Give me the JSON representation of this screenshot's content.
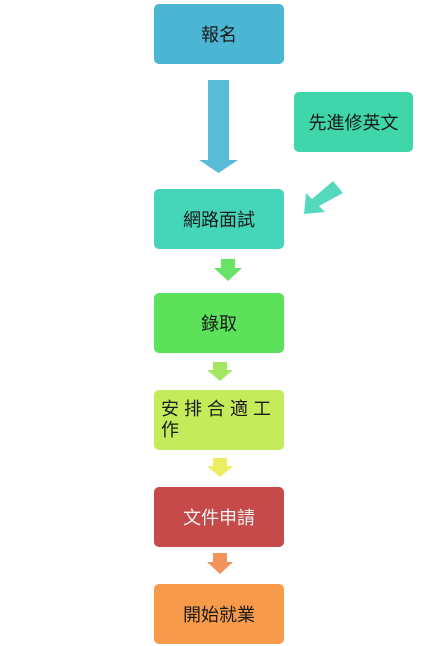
{
  "nodes": [
    {
      "id": "b1",
      "label": "報名",
      "color": "#4bb6d3"
    },
    {
      "id": "b2",
      "label": "先進修英文",
      "color": "#3fd7a9"
    },
    {
      "id": "b3",
      "label": "網路面試",
      "color": "#45d6ba"
    },
    {
      "id": "b4",
      "label": "錄取",
      "color": "#5be15a"
    },
    {
      "id": "b5",
      "label": "安排合適工作",
      "color": "#c4eb5a"
    },
    {
      "id": "b6",
      "label": "文件申請",
      "color": "#c54a49"
    },
    {
      "id": "b7",
      "label": "開始就業",
      "color": "#f79a4a"
    }
  ],
  "arrows": [
    {
      "from": "報名",
      "to": "網路面試",
      "color": "#4bb6d3"
    },
    {
      "from": "先進修英文",
      "to": "網路面試",
      "color": "#45d6ba"
    },
    {
      "from": "網路面試",
      "to": "錄取",
      "color": "#5be15a"
    },
    {
      "from": "錄取",
      "to": "安排合適工作",
      "color": "#9ae455"
    },
    {
      "from": "安排合適工作",
      "to": "文件申請",
      "color": "#ecec55"
    },
    {
      "from": "文件申請",
      "to": "開始就業",
      "color": "#f08a4c"
    }
  ]
}
